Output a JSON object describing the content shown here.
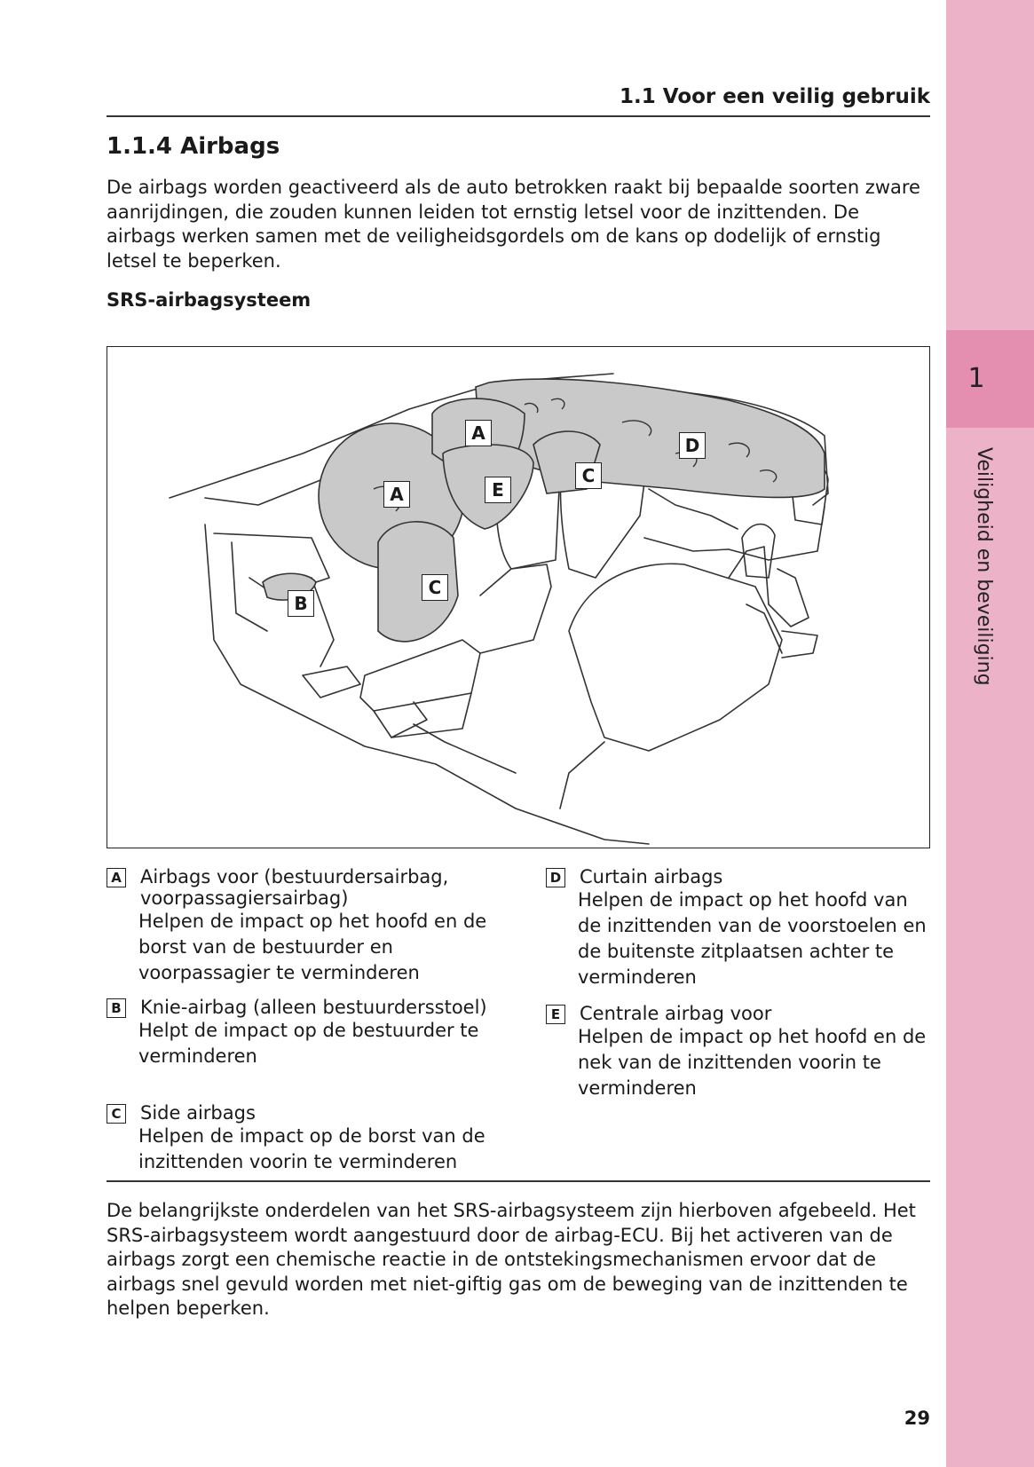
{
  "running_header": "1.1  Voor een veilig gebruik",
  "section_title": "1.1.4  Airbags",
  "intro": "De airbags worden geactiveerd als de auto betrokken raakt bij bepaalde soorten zware aanrijdingen, die zouden kunnen leiden tot ernstig letsel voor de inzittenden. De airbags werken samen met de veiligheidsgordels om de kans op dodelijk of ernstig letsel te beperken.",
  "subheading": "SRS-airbagsysteem",
  "figure": {
    "callouts": [
      "A",
      "A",
      "E",
      "C",
      "D",
      "C",
      "B"
    ]
  },
  "legend": {
    "left": [
      {
        "key": "A",
        "title": "Airbags voor (bestuurdersairbag, voorpassagiersairbag)",
        "desc": "Helpen de impact op het hoofd en de borst van de bestuurder en voorpassagier te verminderen"
      },
      {
        "key": "B",
        "title": "Knie-airbag (alleen bestuurdersstoel)",
        "desc": "Helpt de impact op de bestuurder te verminderen"
      },
      {
        "key": "C",
        "title": "Side airbags",
        "desc": "Helpen de impact op de borst van de inzittenden voorin te verminderen"
      }
    ],
    "right": [
      {
        "key": "D",
        "title": "Curtain airbags",
        "desc": "Helpen de impact op het hoofd van de inzittenden van de voorstoelen en de buitenste zitplaatsen achter te verminderen"
      },
      {
        "key": "E",
        "title": "Centrale airbag voor",
        "desc": "Helpen de impact op het hoofd en de nek van de inzittenden voorin te verminderen"
      }
    ]
  },
  "outro": "De belangrijkste onderdelen van het SRS-airbagsysteem zijn hierboven afgebeeld. Het SRS-airbagsysteem wordt aangestuurd door de airbag-ECU. Bij het activeren van de airbags zorgt een chemische reactie in de ontstekingsmechanismen ervoor dat de airbags snel gevuld worden met niet-giftig gas om de beweging van de inzittenden te helpen beperken.",
  "page_number": "29",
  "chapter_tab": {
    "number": "1",
    "title": "Veiligheid en beveiliging"
  }
}
